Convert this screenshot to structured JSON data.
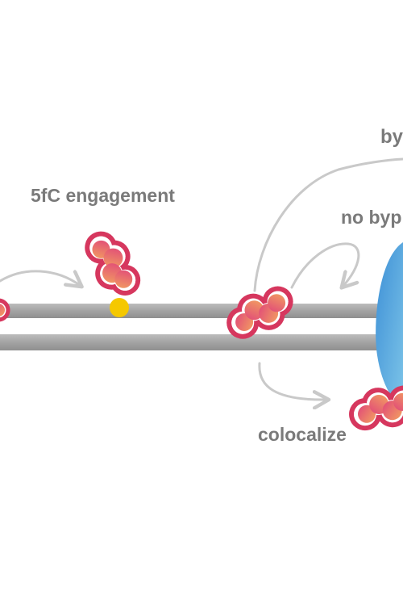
{
  "labels": {
    "bypass": "by",
    "engagement": "5fC engagement",
    "no_bypass": "no byp",
    "colocalize": "colocalize"
  },
  "colors": {
    "text": "#7a7a7a",
    "dna_strand": "#a6a6a6",
    "arrow": "#c9c9c9",
    "protein_outline": "#d6375e",
    "protein_fill_start": "#f3a35f",
    "protein_fill_end": "#e0457a",
    "base_5fC": "#f5c800",
    "polymerase": "#5aa9dc"
  },
  "icons": {
    "protein": "protein-blob-icon",
    "base": "5fC-base-dot-icon",
    "polymerase": "polymerase-oval-icon"
  }
}
